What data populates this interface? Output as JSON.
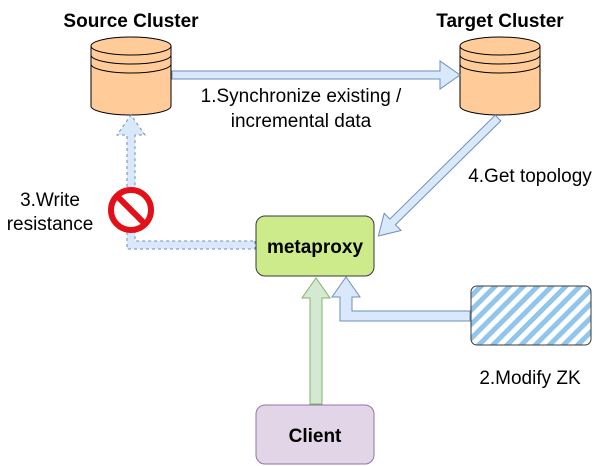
{
  "nodes": {
    "source_cluster": "Source Cluster",
    "target_cluster": "Target Cluster",
    "metaproxy": "metaproxy",
    "client": "Client"
  },
  "edges": {
    "sync_line1": "1.Synchronize existing /",
    "sync_line2": "incremental data",
    "modify_zk": "2.Modify ZK",
    "write_line1": "3.Write",
    "write_line2": "resistance",
    "get_topology": "4.Get topology"
  },
  "colors": {
    "cylinder_fill": "#ffcc99",
    "cylinder_stroke": "#000000",
    "metaproxy_fill": "#cdeb8b",
    "metaproxy_stroke": "#36393d",
    "client_fill": "#e1d5e7",
    "client_stroke": "#9673a6",
    "zk_stripe": "#91c6ea",
    "blue_arrow_fill": "#dae8fc",
    "blue_arrow_stroke": "#6c8ebf",
    "green_arrow_fill": "#d5e8d4",
    "green_arrow_stroke": "#82b366",
    "forbidden_red": "#e3101a"
  },
  "icons": {
    "write_block": "no-entry-icon",
    "zk": "zookeeper-striped-box-icon"
  }
}
